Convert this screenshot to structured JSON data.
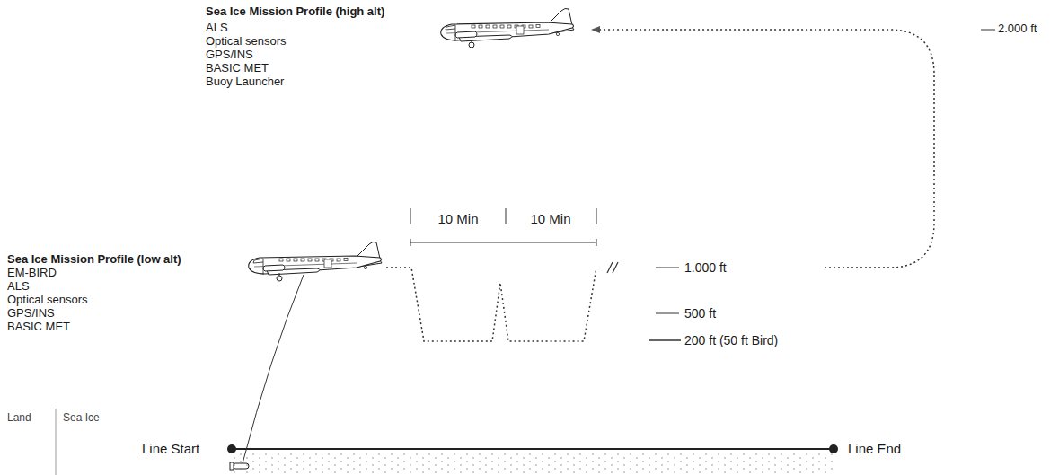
{
  "diagram": {
    "labels": [
      "Sea Ice Mission Profile (high alt)",
      "ALS",
      "Optical sensors",
      "GPS/INS",
      "BASIC MET",
      "Buoy Launcher",
      "2.000 ft",
      "10 Min",
      "10 Min",
      "Sea Ice Mission Profile (low alt)",
      "EM-BIRD",
      "ALS",
      "Optical sensors",
      "GPS/INS",
      "BASIC MET",
      "1.000 ft",
      "500 ft",
      "200 ft (50 ft Bird)",
      "Land",
      "Sea Ice",
      "Line Start",
      "Line End"
    ]
  }
}
